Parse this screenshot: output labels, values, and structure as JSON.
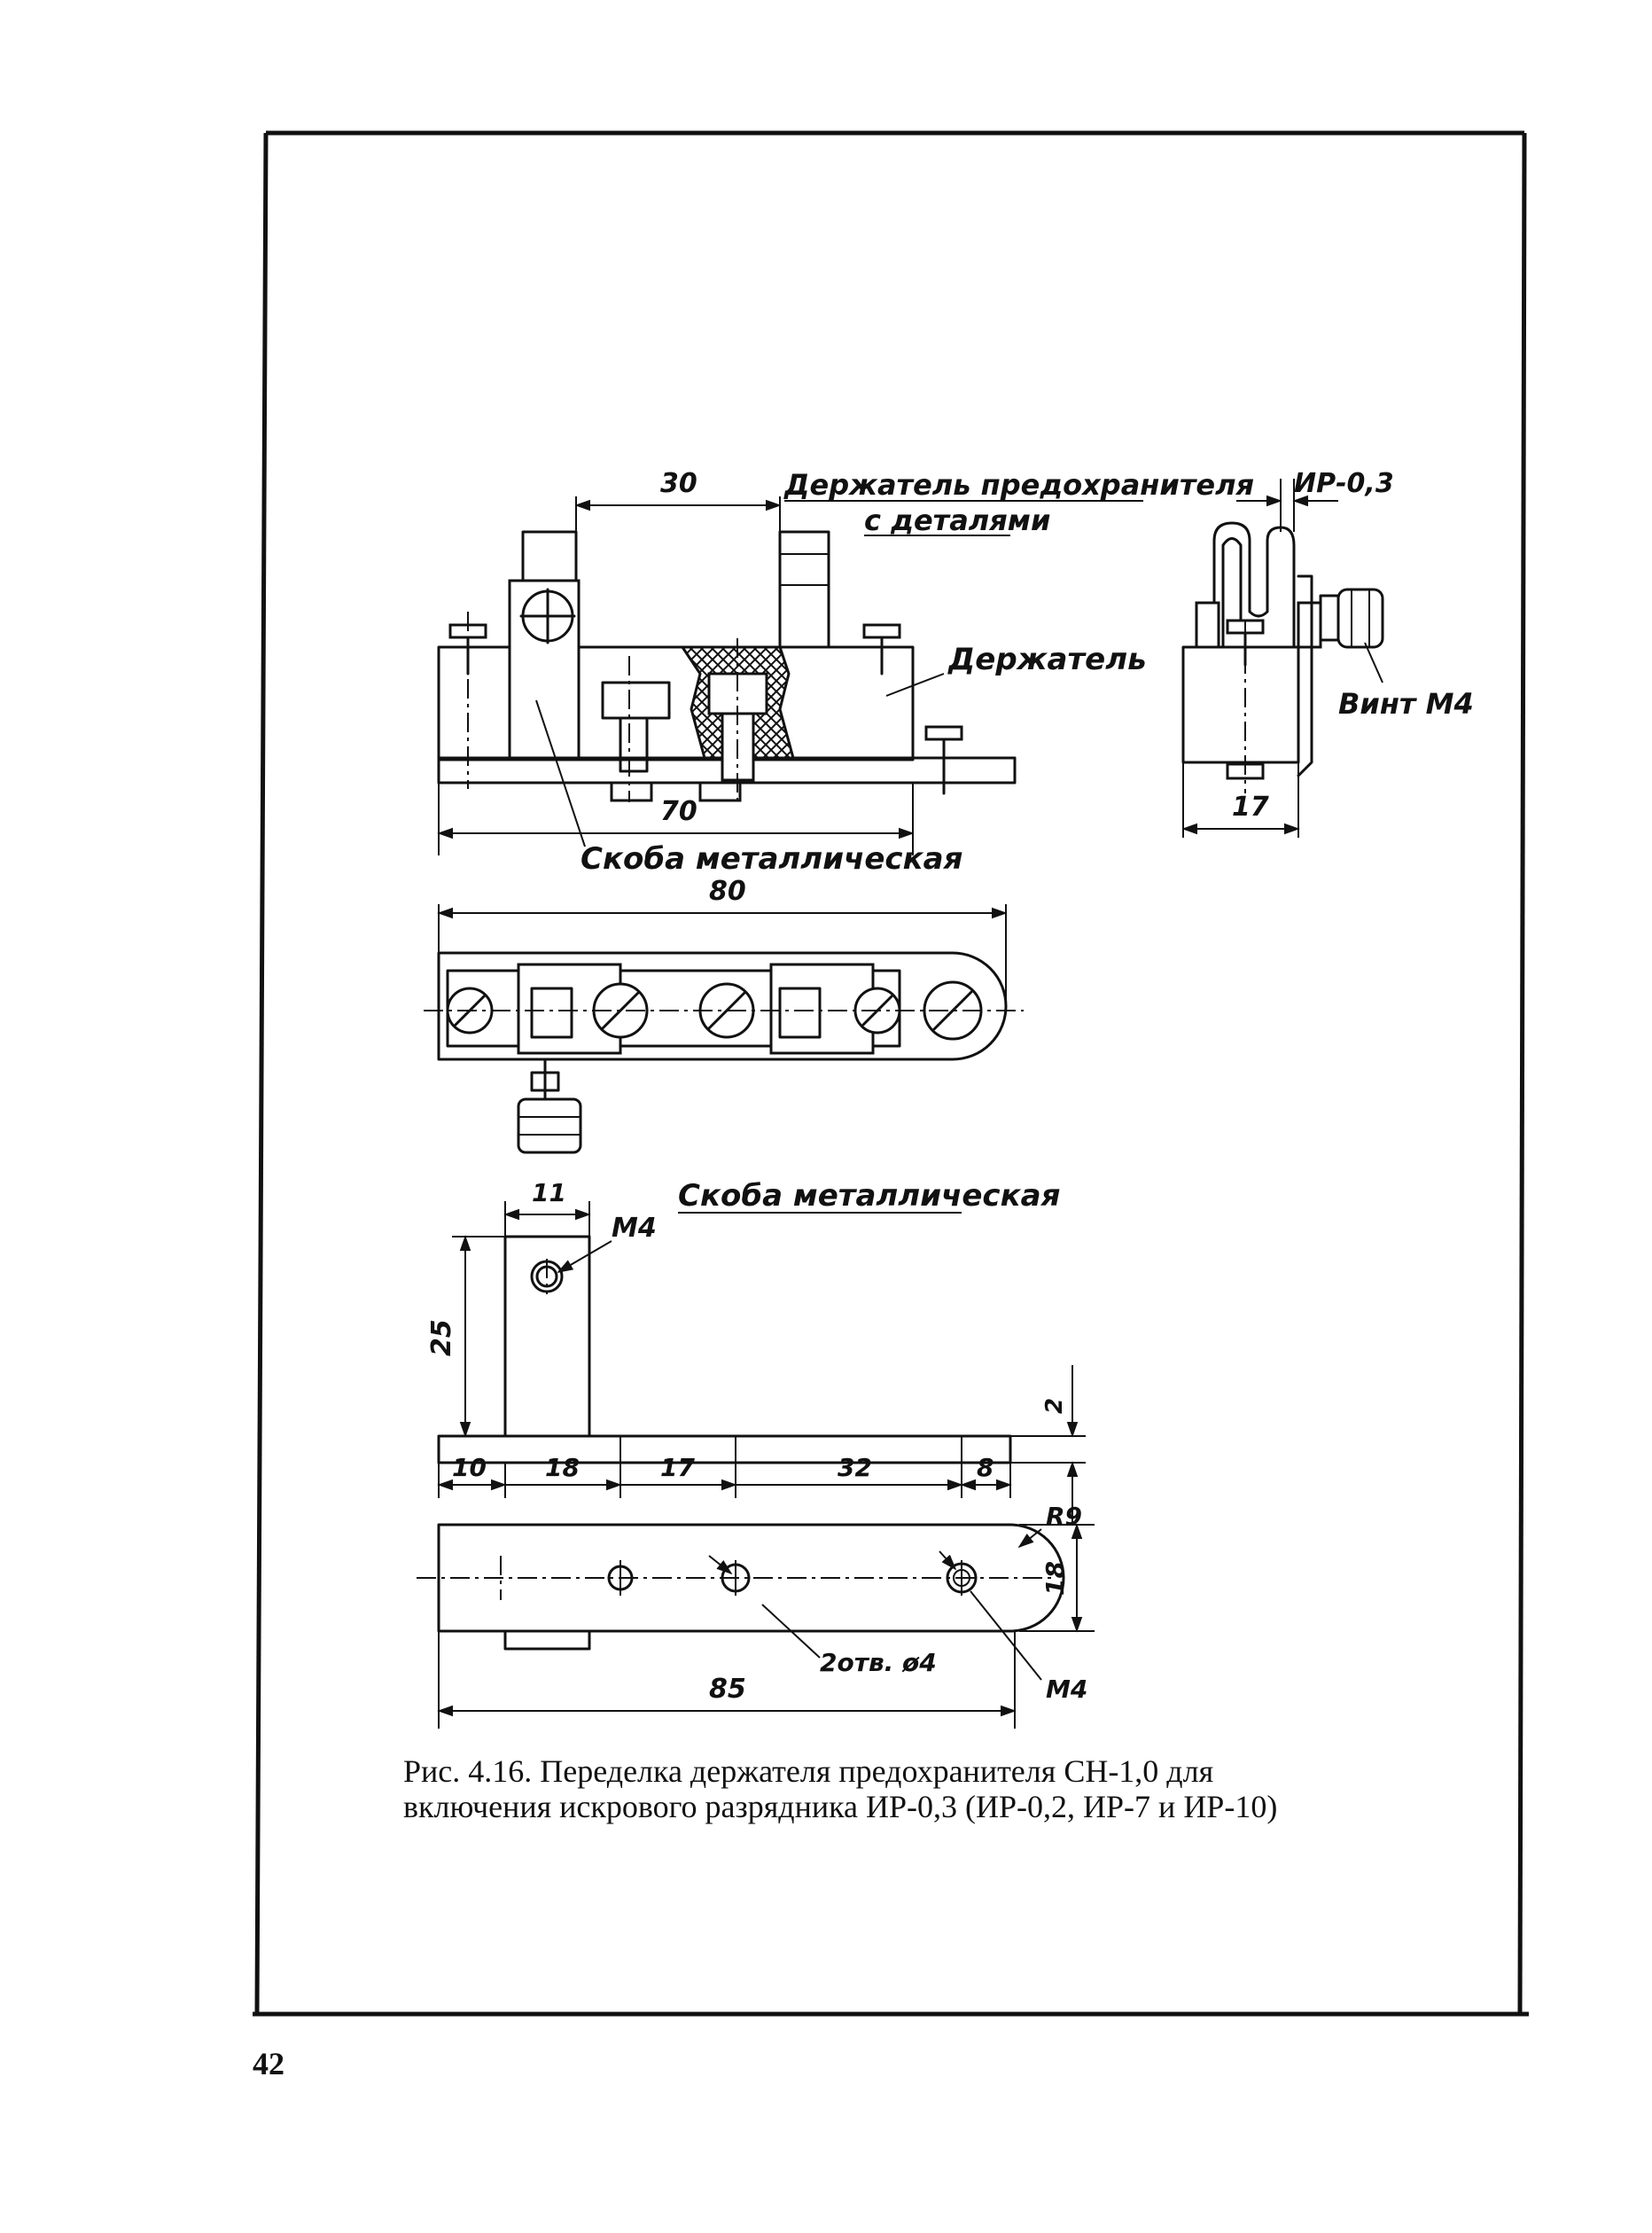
{
  "labels": {
    "top_30": "30",
    "holder_with_parts_1": "Держатель предохранителя",
    "holder_with_parts_2": "с деталями",
    "holder": "Держатель",
    "bracket_front": "Скоба металлическая",
    "top_70": "70",
    "ir_03": "ИР-0,3",
    "screw_m4": "Винт М4",
    "side_17": "17",
    "plan_80": "80",
    "bracket_title": "Скоба металлическая",
    "b_11": "11",
    "b_m4_top": "М4",
    "b_25": "25",
    "b_2": "2",
    "b_10": "10",
    "b_18": "18",
    "b_17": "17",
    "b_32": "32",
    "b_8": "8",
    "b_r9": "R9",
    "b_18v": "18",
    "b_2holes": "2отв. ø4",
    "b_85": "85",
    "b_m4_bottom": "М4"
  },
  "caption": {
    "line1": "Рис. 4.16. Переделка держателя предохранителя СН-1,0 для",
    "line2": "включения искрового разрядника ИР-0,3 (ИР-0,2, ИР-7 и ИР-10)"
  },
  "page_number": "42"
}
